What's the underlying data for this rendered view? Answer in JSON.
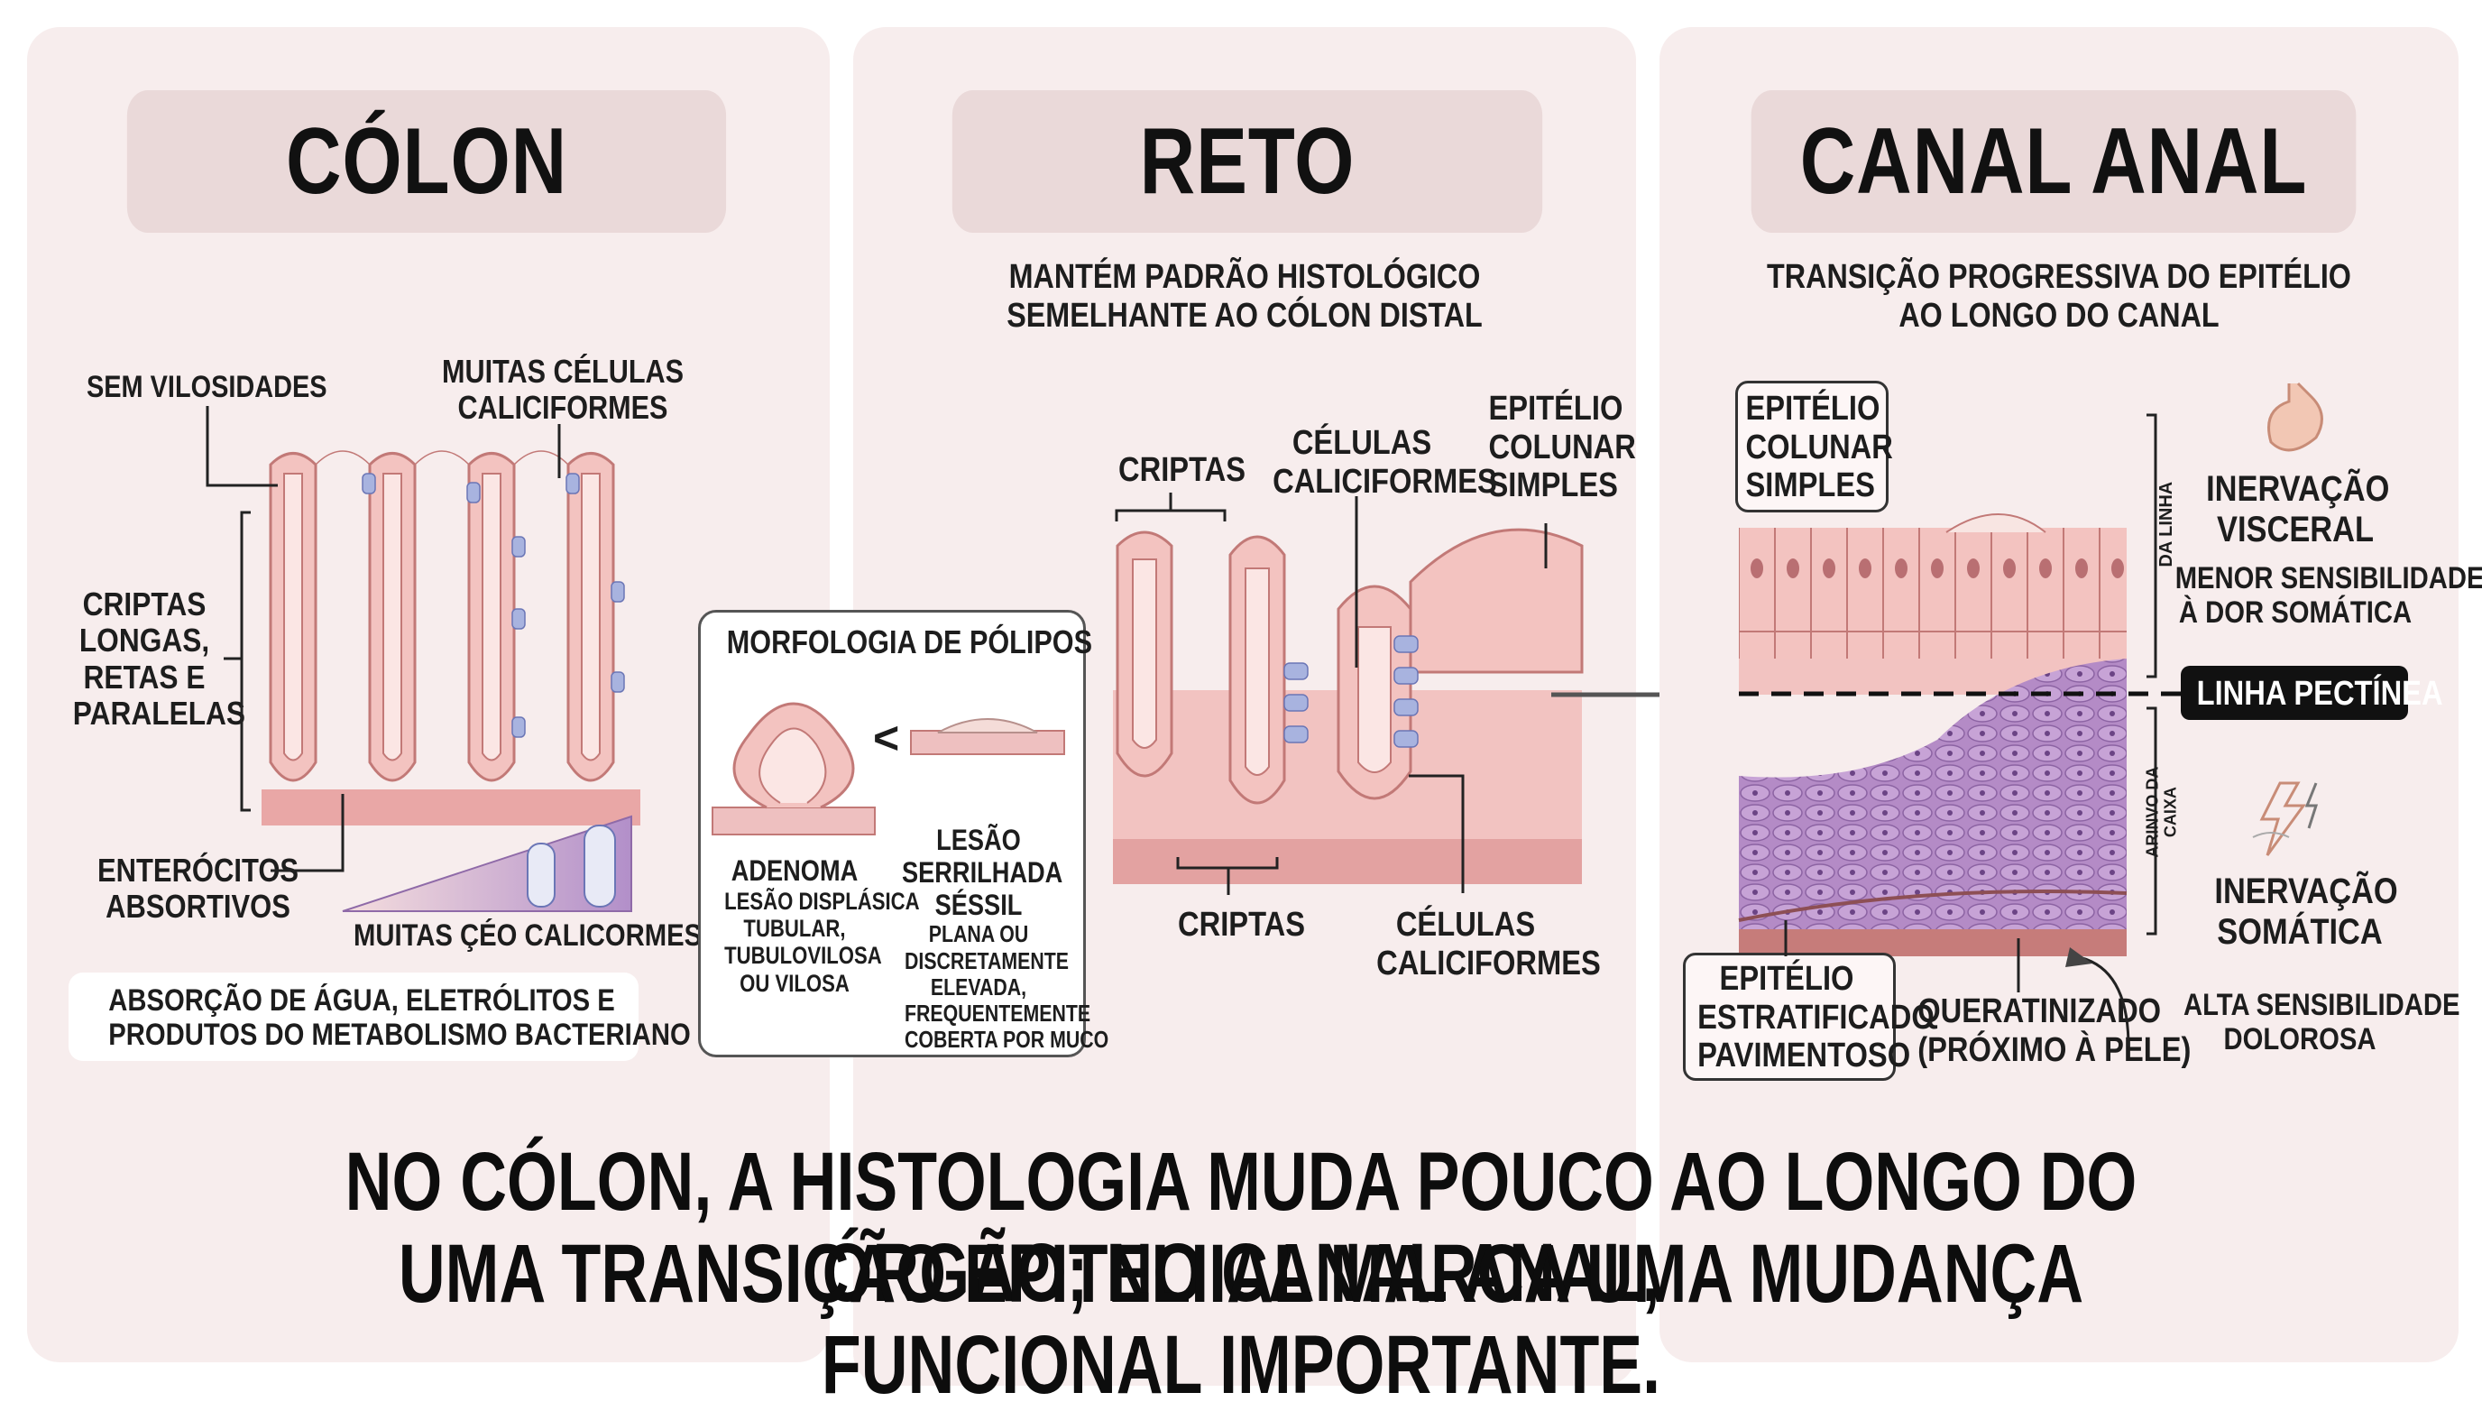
{
  "panels": {
    "colon": {
      "title": "CÓLON",
      "labels": {
        "no_villi": "SEM VILOSIDADES",
        "goblet_many": [
          "MUITAS CÉLULAS",
          "CALICIFORMES"
        ],
        "crypts": [
          "CRIPTAS",
          "LONGAS,",
          "RETAS E",
          "PARALELAS"
        ],
        "enterocytes": [
          "ENTERÓCITOS",
          "ABSORTIVOS"
        ],
        "gradient_label": "MUITAS ÇÉO CALICORMES",
        "absorption": [
          "ABSORÇÃO DE ÁGUA, ELETRÓLITOS E",
          "PRODUTOS DO METABOLISMO BACTERIANO"
        ]
      }
    },
    "rectum": {
      "title": "RETO",
      "subtitle": [
        "MANTÉM PADRÃO HISTOLÓGICO",
        "SEMELHANTE AO CÓLON DISTAL"
      ],
      "labels": {
        "crypts_top": "CRIPTAS",
        "goblet_top": [
          "CÉLULAS",
          "CALICIFORMES"
        ],
        "epithelium": [
          "EPITÉLIO",
          "COLUNAR",
          "SIMPLES"
        ],
        "crypts_bottom": "CRIPTAS",
        "goblet_bottom": [
          "CÉLULAS",
          "CALICIFORMES"
        ]
      },
      "polyps": {
        "title": "MORFOLOGIA DE PÓLIPOS",
        "comparator": "<",
        "adenoma": [
          "ADENOMA",
          "LESÃO DISPLÁSICA",
          "TUBULAR,",
          "TUBULOVILOSA",
          "OU VILOSA"
        ],
        "serrated": [
          "LESÃO",
          "SERRILHADA",
          "SÉSSIL",
          "PLANA OU",
          "DISCRETAMENTE",
          "ELEVADA,",
          "FREQUENTEMENTE",
          "COBERTA POR MUCO"
        ]
      }
    },
    "anal": {
      "title": "CANAL ANAL",
      "subtitle": [
        "TRANSIÇÃO PROGRESSIVA DO EPITÉLIO",
        "AO LONGO DO CANAL"
      ],
      "labels": {
        "epithelium_top": [
          "EPITÉLIO",
          "COLUNAR",
          "SIMPLES"
        ],
        "above_line": "DA LINHA",
        "below_line": [
          "ARINVO DA",
          "CAIXA"
        ],
        "visceral": [
          "INERVAÇÃO",
          "VISCERAL"
        ],
        "less_sensitivity": [
          "MENOR SENSIBILIDADE",
          "À DOR SOMÁTICA"
        ],
        "pectinate": "LINHA PECTÍNEA",
        "somatic": [
          "INERVAÇÃO",
          "SOMÁTICA"
        ],
        "high_sensitivity": [
          "ALTA SENSIBILIDADE",
          "DOLOROSA"
        ],
        "stratified": [
          "EPITÉLIO",
          "ESTRATIFICADO",
          "PAVIMENTOSO"
        ],
        "keratinized": [
          "QUERATINIZADO",
          "(PRÓXIMO À PELE)"
        ]
      }
    }
  },
  "bottom": [
    "NO CÓLON, A HISTOLOGIA MUDA POUCO AO LONGO DO ÓRGÃO; NO CANAL ANAL,",
    "UMA TRANSIÇÃO EPITELIIAL MARCA UMA MUDANÇA FUNCIONAL IMPORTANTE."
  ],
  "colors": {
    "panel": "#f7eded",
    "title_bar": "#ead9d9",
    "tissue_pink": "#f0b5b5",
    "cell_pink": "#f4c4c2",
    "goblet_blue": "#9aa9d8",
    "squamous_purple": "#b58fc8",
    "pectinate_badge": "#111111"
  }
}
